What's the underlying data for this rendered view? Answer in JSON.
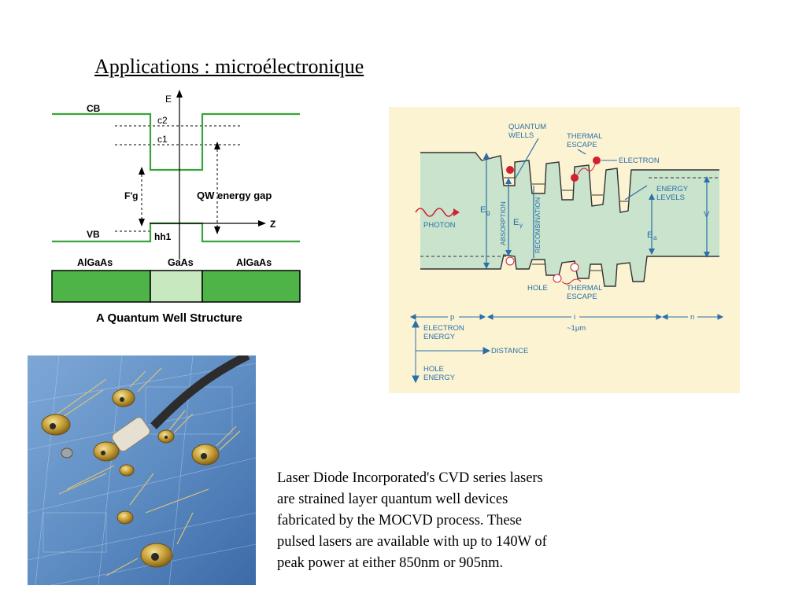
{
  "slide": {
    "title": "Applications : microélectronique",
    "caption": "Laser Diode Incorporated's CVD series lasers\nare strained layer quantum well devices\nfabricated by the MOCVD process. These\npulsed lasers are available with up to 140W of\npeak power at either 850nm or 905nm."
  },
  "quantum_well": {
    "cb": "CB",
    "vb": "VB",
    "e_axis": "E",
    "z_axis": "Z",
    "c2": "c2",
    "c1": "c1",
    "hh1": "hh1",
    "fg": "F'g",
    "qw_gap": "QW energy gap",
    "left_material": "AlGaAs",
    "center_material": "GaAs",
    "right_material": "AlGaAs",
    "caption": "A Quantum Well Structure",
    "colors": {
      "line": "#3aa33a",
      "fill": "#4fb447",
      "fill_light": "#c8e8bf"
    }
  },
  "band_diagram": {
    "quantum_wells": [
      "QUANTUM",
      "WELLS"
    ],
    "thermal_escape_top": [
      "THERMAL",
      "ESCAPE"
    ],
    "electron": "ELECTRON",
    "energy_levels": [
      "ENERGY",
      "LEVELS"
    ],
    "photon": "PHOTON",
    "eg": "E",
    "eg_sub": "g",
    "absorption": "ABSORPTION",
    "egamma": "E",
    "egamma_sub": "γ",
    "recombination": "RECOMBINATION",
    "ea": "E",
    "ea_sub": "a",
    "v": "V",
    "hole": "HOLE",
    "thermal_escape_bottom": [
      "THERMAL",
      "ESCAPE"
    ],
    "p": "p",
    "i": "i",
    "n": "n",
    "width": "~1μm",
    "electron_energy": [
      "ELECTRON",
      "ENERGY"
    ],
    "distance": "DISTANCE",
    "hole_energy": [
      "HOLE",
      "ENERGY"
    ],
    "colors": {
      "bg": "#fcf3d3",
      "fill": "#c9e3cc",
      "blue": "#2a6fa8",
      "red": "#d2202f"
    }
  },
  "photo": {
    "colors": {
      "board": "#5f8ec4",
      "gold": "#c9a23a",
      "cable": "#2c2c2c"
    }
  }
}
